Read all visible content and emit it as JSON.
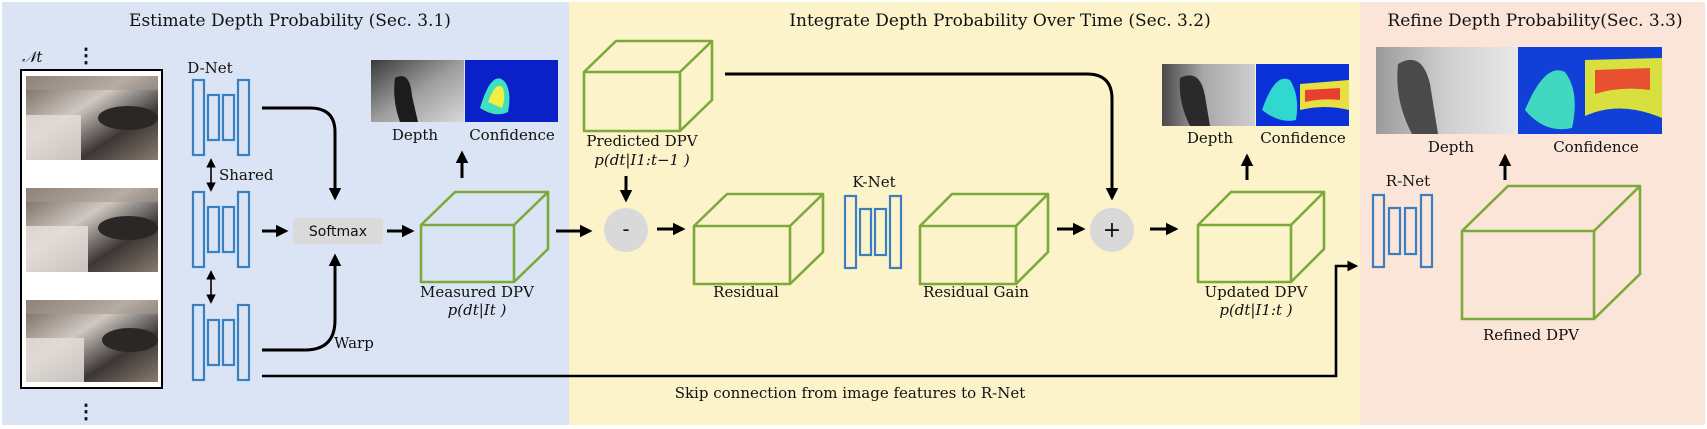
{
  "colors": {
    "panel_estimate": "#dbe4f4",
    "panel_integrate": "#fdf3cb",
    "panel_refine": "#fbe4d8",
    "volume_green": "#7ba93a",
    "net_blue": "#3a7fc0",
    "op_gray": "#d9d9d9",
    "arrow_black": "#000000"
  },
  "sections": {
    "estimate_title": "Estimate Depth Probability (Sec. 3.1)",
    "integrate_title": "Integrate Depth Probability Over Time (Sec. 3.2)",
    "refine_title": "Refine Depth Probability(Sec. 3.3)"
  },
  "inputs": {
    "frame_set_label": "𝒩t",
    "ellipsis": "⋮"
  },
  "estimate": {
    "dnet_label": "D-Net",
    "shared_label": "Shared",
    "softmax_label": "Softmax",
    "warp_label": "Warp",
    "measured_dpv_label": "Measured DPV",
    "measured_dpv_formula": "p(dt|It )",
    "depth_label": "Depth",
    "confidence_label": "Confidence"
  },
  "integrate": {
    "predicted_dpv_label": "Predicted DPV",
    "predicted_dpv_formula": "p(dt|I1:t−1 )",
    "minus_op": "-",
    "residual_label": "Residual",
    "knet_label": "K-Net",
    "residual_gain_label": "Residual Gain",
    "plus_op": "+",
    "updated_dpv_label": "Updated DPV",
    "updated_dpv_formula": "p(dt|I1:t )",
    "depth_label": "Depth",
    "confidence_label": "Confidence",
    "skip_label": "Skip connection from image features to R-Net"
  },
  "refine": {
    "rnet_label": "R-Net",
    "refined_dpv_label": "Refined DPV",
    "depth_label": "Depth",
    "confidence_label": "Confidence"
  }
}
